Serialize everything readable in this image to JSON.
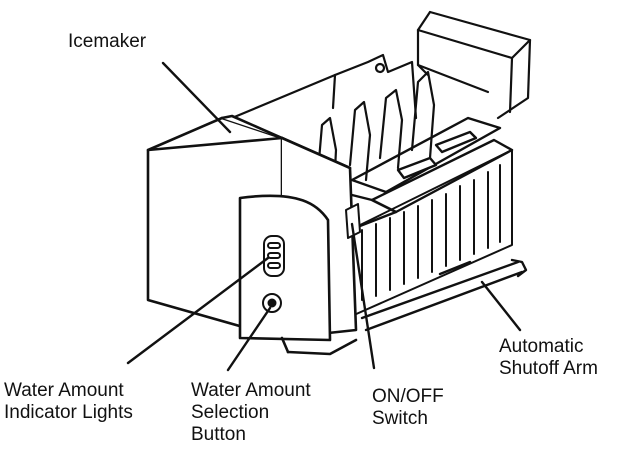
{
  "labels": {
    "icemaker": "Icemaker",
    "indicator_lights": [
      "Water Amount",
      "Indicator Lights"
    ],
    "selection_button": [
      "Water Amount",
      "Selection",
      "Button"
    ],
    "switch": [
      "ON/OFF",
      "Switch"
    ],
    "shutoff_arm": [
      "Automatic",
      "Shutoff Arm"
    ]
  },
  "colors": {
    "ink": "#111111",
    "background": "#ffffff"
  }
}
